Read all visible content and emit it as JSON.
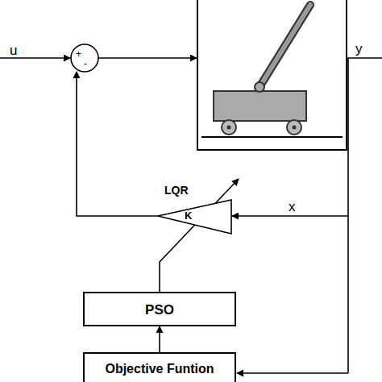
{
  "diagram": {
    "nodes": [
      {
        "text": [
          "LQR",
          "K"
        ]
      },
      {
        "text": [
          "PSO"
        ]
      },
      {
        "text": [
          "Objective Funtion"
        ]
      }
    ],
    "edges": [
      {
        "from": 2,
        "to": 1,
        "arrow": "to"
      },
      {
        "from": 1,
        "to": 0,
        "arrow": "to"
      }
    ],
    "labels": [
      "u",
      "+",
      "-",
      "y",
      "x"
    ]
  }
}
